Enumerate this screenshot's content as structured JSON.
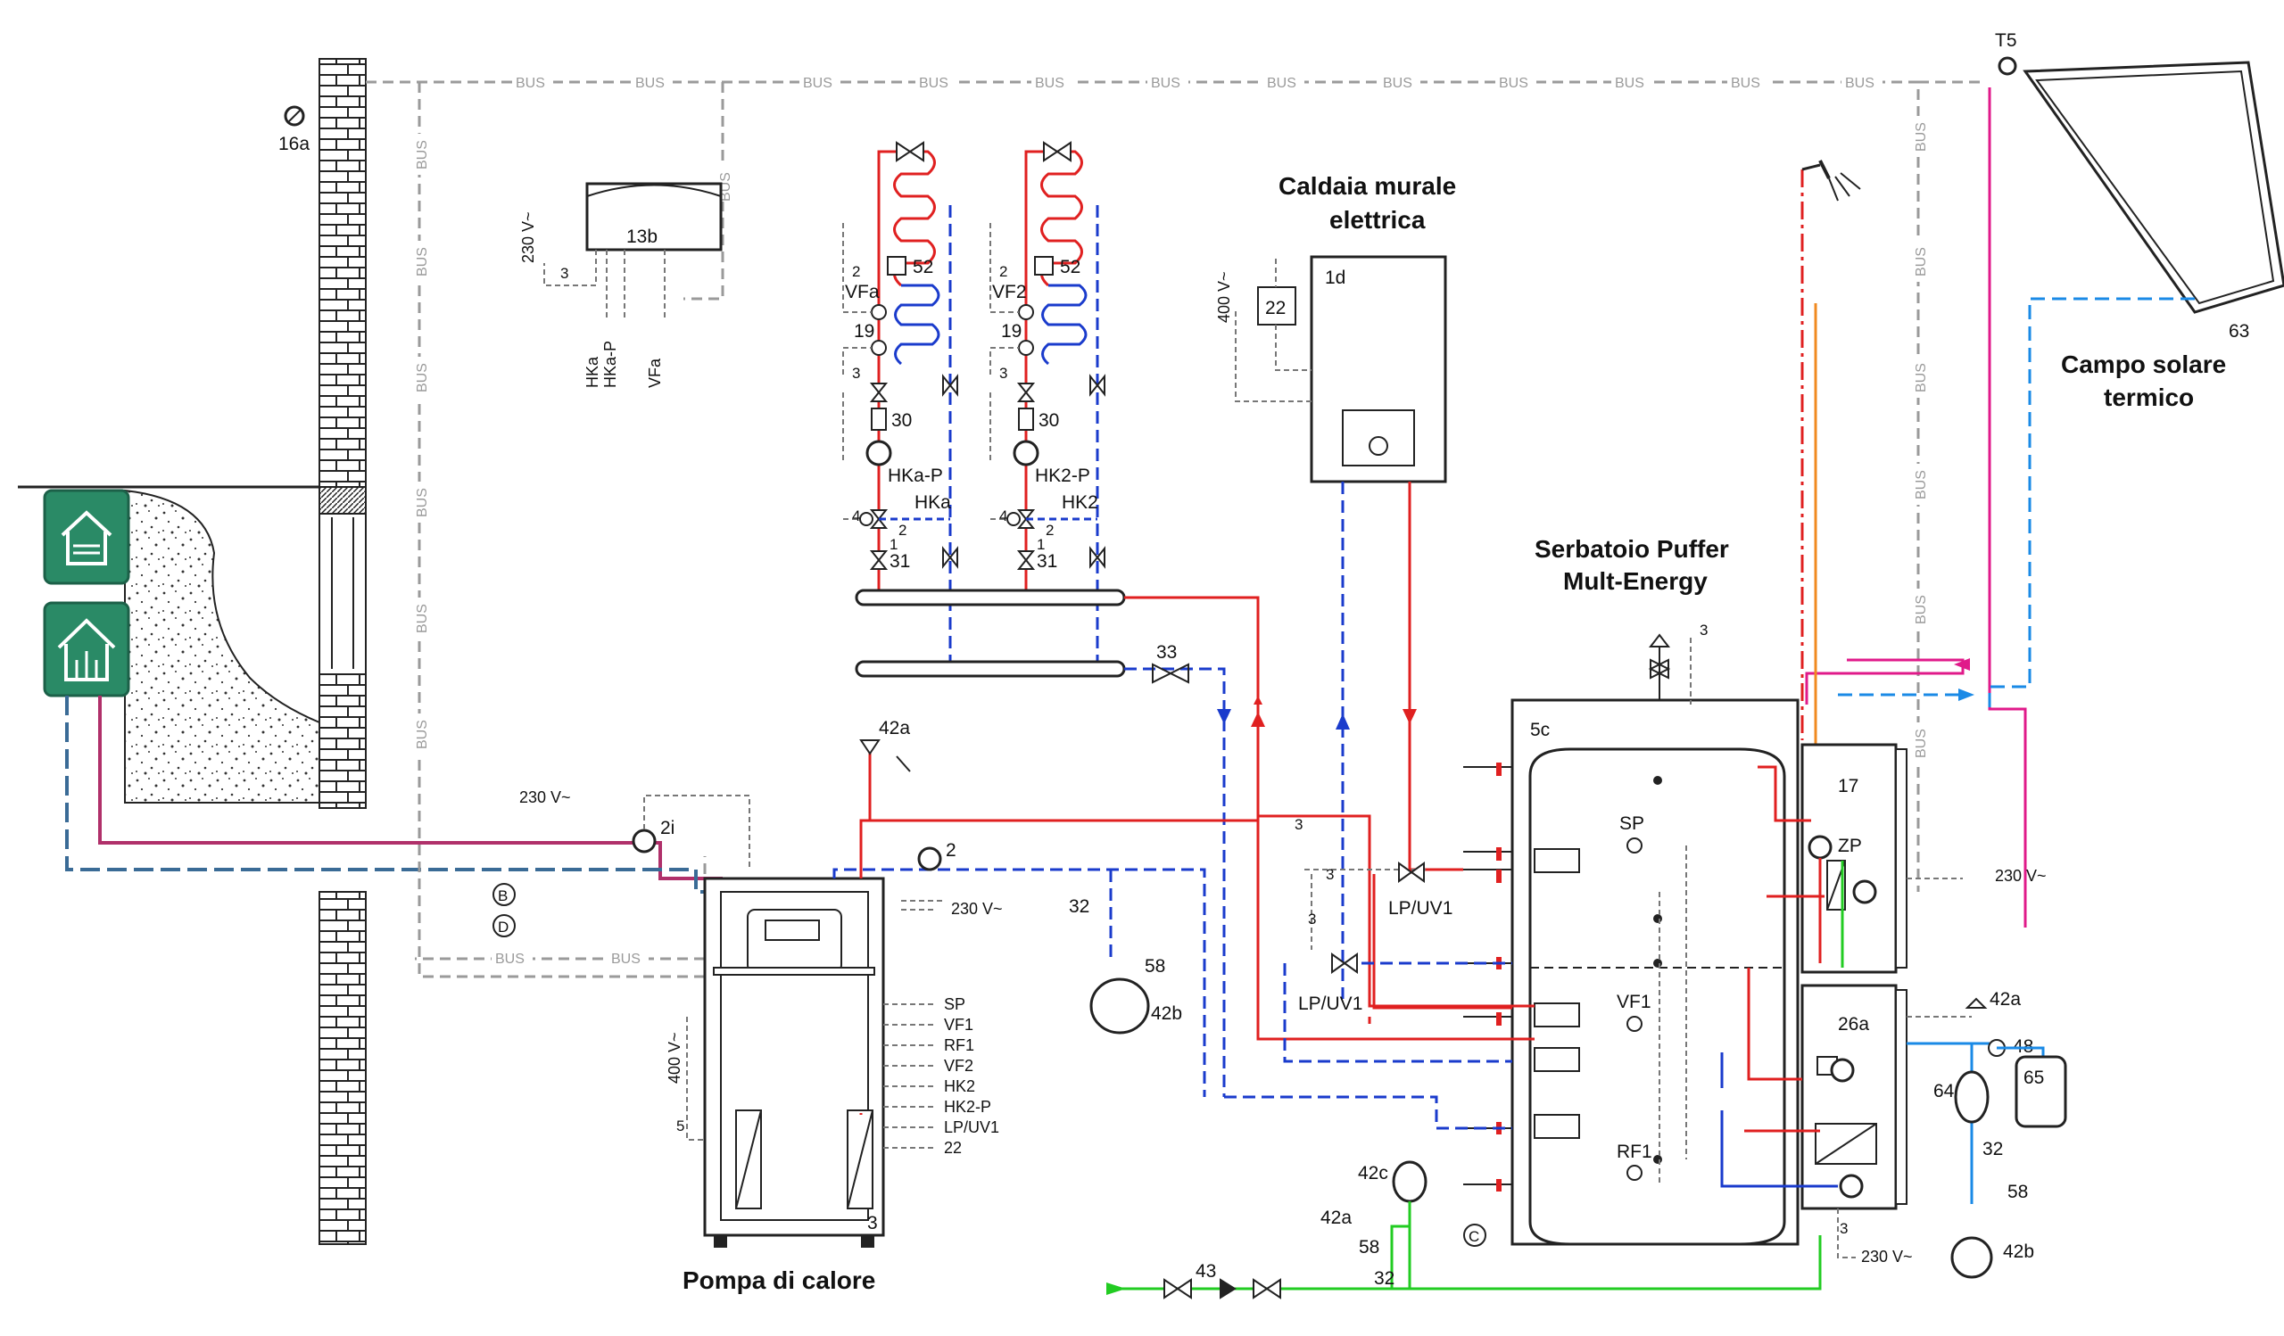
{
  "titles": {
    "caldaia_1": "Caldaia murale",
    "caldaia_2": "elettrica",
    "puffer_1": "Serbatoio Puffer",
    "puffer_2": "Mult-Energy",
    "solar_1": "Campo solare",
    "solar_2": "termico",
    "pompa": "Pompa di calore"
  },
  "bus_label": "BUS",
  "voltages": {
    "v230": "230 V~",
    "v400": "400 V~"
  },
  "components": {
    "c16a": "16a",
    "c13b": "13b",
    "c1d": "1d",
    "c22": "22",
    "c5c": "5c",
    "c17": "17",
    "c63": "63",
    "c3": "3",
    "c2i": "2i",
    "c2": "2",
    "c33": "33",
    "c42a": "42a",
    "c42b": "42b",
    "c42c": "42c",
    "c32": "32",
    "c58": "58",
    "c43": "43",
    "c64": "64",
    "c65": "65",
    "c48": "48",
    "c26a": "26a",
    "c30": "30",
    "c31": "31",
    "c19": "19",
    "c52": "52",
    "c1": "1",
    "c4": "4",
    "c5": "5",
    "t5": "T5",
    "zp": "ZP"
  },
  "circuit_a": {
    "sensor": "VFa",
    "pump": "HKa-P",
    "mixer": "HKa"
  },
  "circuit_2": {
    "sensor": "VF2",
    "pump": "HK2-P",
    "mixer": "HK2"
  },
  "valves": {
    "lpuv1": "LP/UV1"
  },
  "sensors": {
    "sp": "SP",
    "vf1": "VF1",
    "rf1": "RF1"
  },
  "remote_13b_signals": [
    "HKa",
    "HKa-P",
    "VFa"
  ],
  "pompa_signals": [
    "SP",
    "VF1",
    "RF1",
    "VF2",
    "HK2",
    "HK2-P",
    "LP/UV1",
    "22"
  ],
  "circle_marks": {
    "b": "B",
    "d": "D",
    "c": "C"
  },
  "wire_counts": {
    "n2": "2",
    "n3": "3",
    "n4": "4",
    "n5": "5",
    "n1": "1"
  },
  "colors": {
    "hot": "#e02020",
    "cold": "#1a3bcc",
    "solar_flow": "#e01a8a",
    "solar_return": "#1a8ae6",
    "fresh": "#22cc22",
    "dhw": "#f08a20",
    "ground_return": "#3a6b96",
    "ground_flow": "#b0306a",
    "bus": "#9a9a9a",
    "icon_green": "#2a8a66"
  },
  "icons": [
    "house-floor-heating-icon",
    "house-radiator-icon"
  ]
}
